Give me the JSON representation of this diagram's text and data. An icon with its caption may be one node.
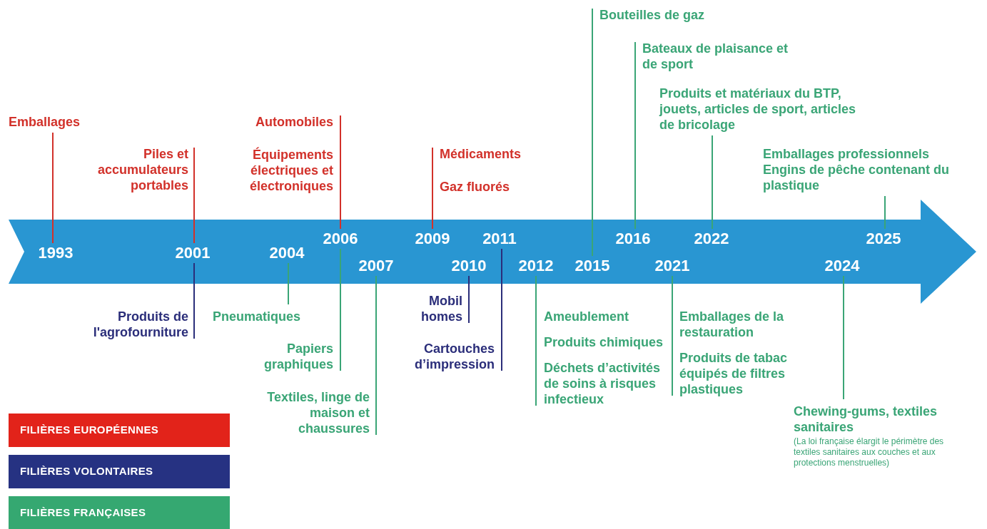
{
  "diagram": {
    "nodes": [
      {
        "text": [],
        "shape": "arrow"
      },
      {
        "text": [
          "1993"
        ],
        "in": 0
      },
      {
        "text": [
          "2001"
        ],
        "in": 0
      },
      {
        "text": [
          "2004"
        ],
        "in": 0
      },
      {
        "text": [
          "2006"
        ],
        "in": 0
      },
      {
        "text": [
          "2007"
        ],
        "in": 0
      },
      {
        "text": [
          "2009"
        ],
        "in": 0
      },
      {
        "text": [
          "2010"
        ],
        "in": 0
      },
      {
        "text": [
          "2011"
        ],
        "in": 0
      },
      {
        "text": [
          "2012"
        ],
        "in": 0
      },
      {
        "text": [
          "2015"
        ],
        "in": 0
      },
      {
        "text": [
          "2016"
        ],
        "in": 0
      },
      {
        "text": [
          "2021"
        ],
        "in": 0
      },
      {
        "text": [
          "2022"
        ],
        "in": 0
      },
      {
        "text": [
          "2024"
        ],
        "in": 0
      },
      {
        "text": [
          "2025"
        ],
        "in": 0
      },
      {
        "text": [
          "Emballages"
        ]
      },
      {
        "text": [
          "Piles et accumulateurs portables"
        ]
      },
      {
        "text": [
          "Automobiles",
          "Équipements électriques et électroniques"
        ]
      },
      {
        "text": [
          "Médicaments",
          "Gaz fluorés"
        ]
      },
      {
        "text": [
          "Bouteilles de gaz"
        ]
      },
      {
        "text": [
          "Bateaux de plaisance et de sport"
        ]
      },
      {
        "text": [
          "Produits et matériaux du BTP, jouets, articles de sport, articles de bricolage"
        ]
      },
      {
        "text": [
          "Emballages professionnels",
          "Engins de pêche contenant du plastique"
        ]
      },
      {
        "text": [
          "Produits de l'agrofourniture"
        ]
      },
      {
        "text": [
          "Pneumatiques"
        ]
      },
      {
        "text": [
          "Papiers graphiques"
        ]
      },
      {
        "text": [
          "Textiles, linge de maison et chaussures"
        ]
      },
      {
        "text": [
          "Mobil homes"
        ]
      },
      {
        "text": [
          "Cartouches d’impression"
        ]
      },
      {
        "text": [
          "Ameublement",
          "Produits chimiques",
          "Déchets d’activités de soins à risques infectieux"
        ]
      },
      {
        "text": [
          "Emballages de la restauration",
          "Produits de tabac équipés de filtres plastiques"
        ]
      },
      {
        "text": [
          "Chewing-gums, textiles sanitaires",
          "(La loi française élargit le périmètre des textiles sanitaires aux couches et aux protections menstruelles)"
        ]
      }
    ],
    "edges": [
      {
        "from": 16,
        "to": 1,
        "arrow": "none",
        "color": "#d2312a"
      },
      {
        "from": 17,
        "to": 2,
        "arrow": "none",
        "color": "#d2312a"
      },
      {
        "from": 18,
        "to": 4,
        "arrow": "none",
        "color": "#d2312a"
      },
      {
        "from": 19,
        "to": 6,
        "arrow": "none",
        "color": "#d2312a"
      },
      {
        "from": 20,
        "to": 10,
        "arrow": "none"
      },
      {
        "from": 21,
        "to": 11,
        "arrow": "none"
      },
      {
        "from": 22,
        "to": 13,
        "arrow": "none"
      },
      {
        "from": 23,
        "to": 15,
        "arrow": "none"
      },
      {
        "from": 24,
        "to": 2,
        "arrow": "none",
        "color": "#2b2e7a"
      },
      {
        "from": 25,
        "to": 3,
        "arrow": "none"
      },
      {
        "from": 26,
        "to": 4,
        "arrow": "none"
      },
      {
        "from": 27,
        "to": 5,
        "arrow": "none"
      },
      {
        "from": 28,
        "to": 7,
        "arrow": "none",
        "color": "#2b2e7a"
      },
      {
        "from": 29,
        "to": 8,
        "arrow": "none",
        "color": "#2b2e7a"
      },
      {
        "from": 30,
        "to": 9,
        "arrow": "none"
      },
      {
        "from": 31,
        "to": 12,
        "arrow": "none"
      },
      {
        "from": 32,
        "to": 14,
        "arrow": "none"
      }
    ],
    "legend": [
      {
        "text": "FILIÈRES EUROPÉENNES",
        "color": "#e2231a"
      },
      {
        "text": "FILIÈRES VOLONTAIRES",
        "color": "#263282"
      },
      {
        "text": "FILIÈRES FRANÇAISES",
        "color": "#35a871"
      }
    ]
  }
}
